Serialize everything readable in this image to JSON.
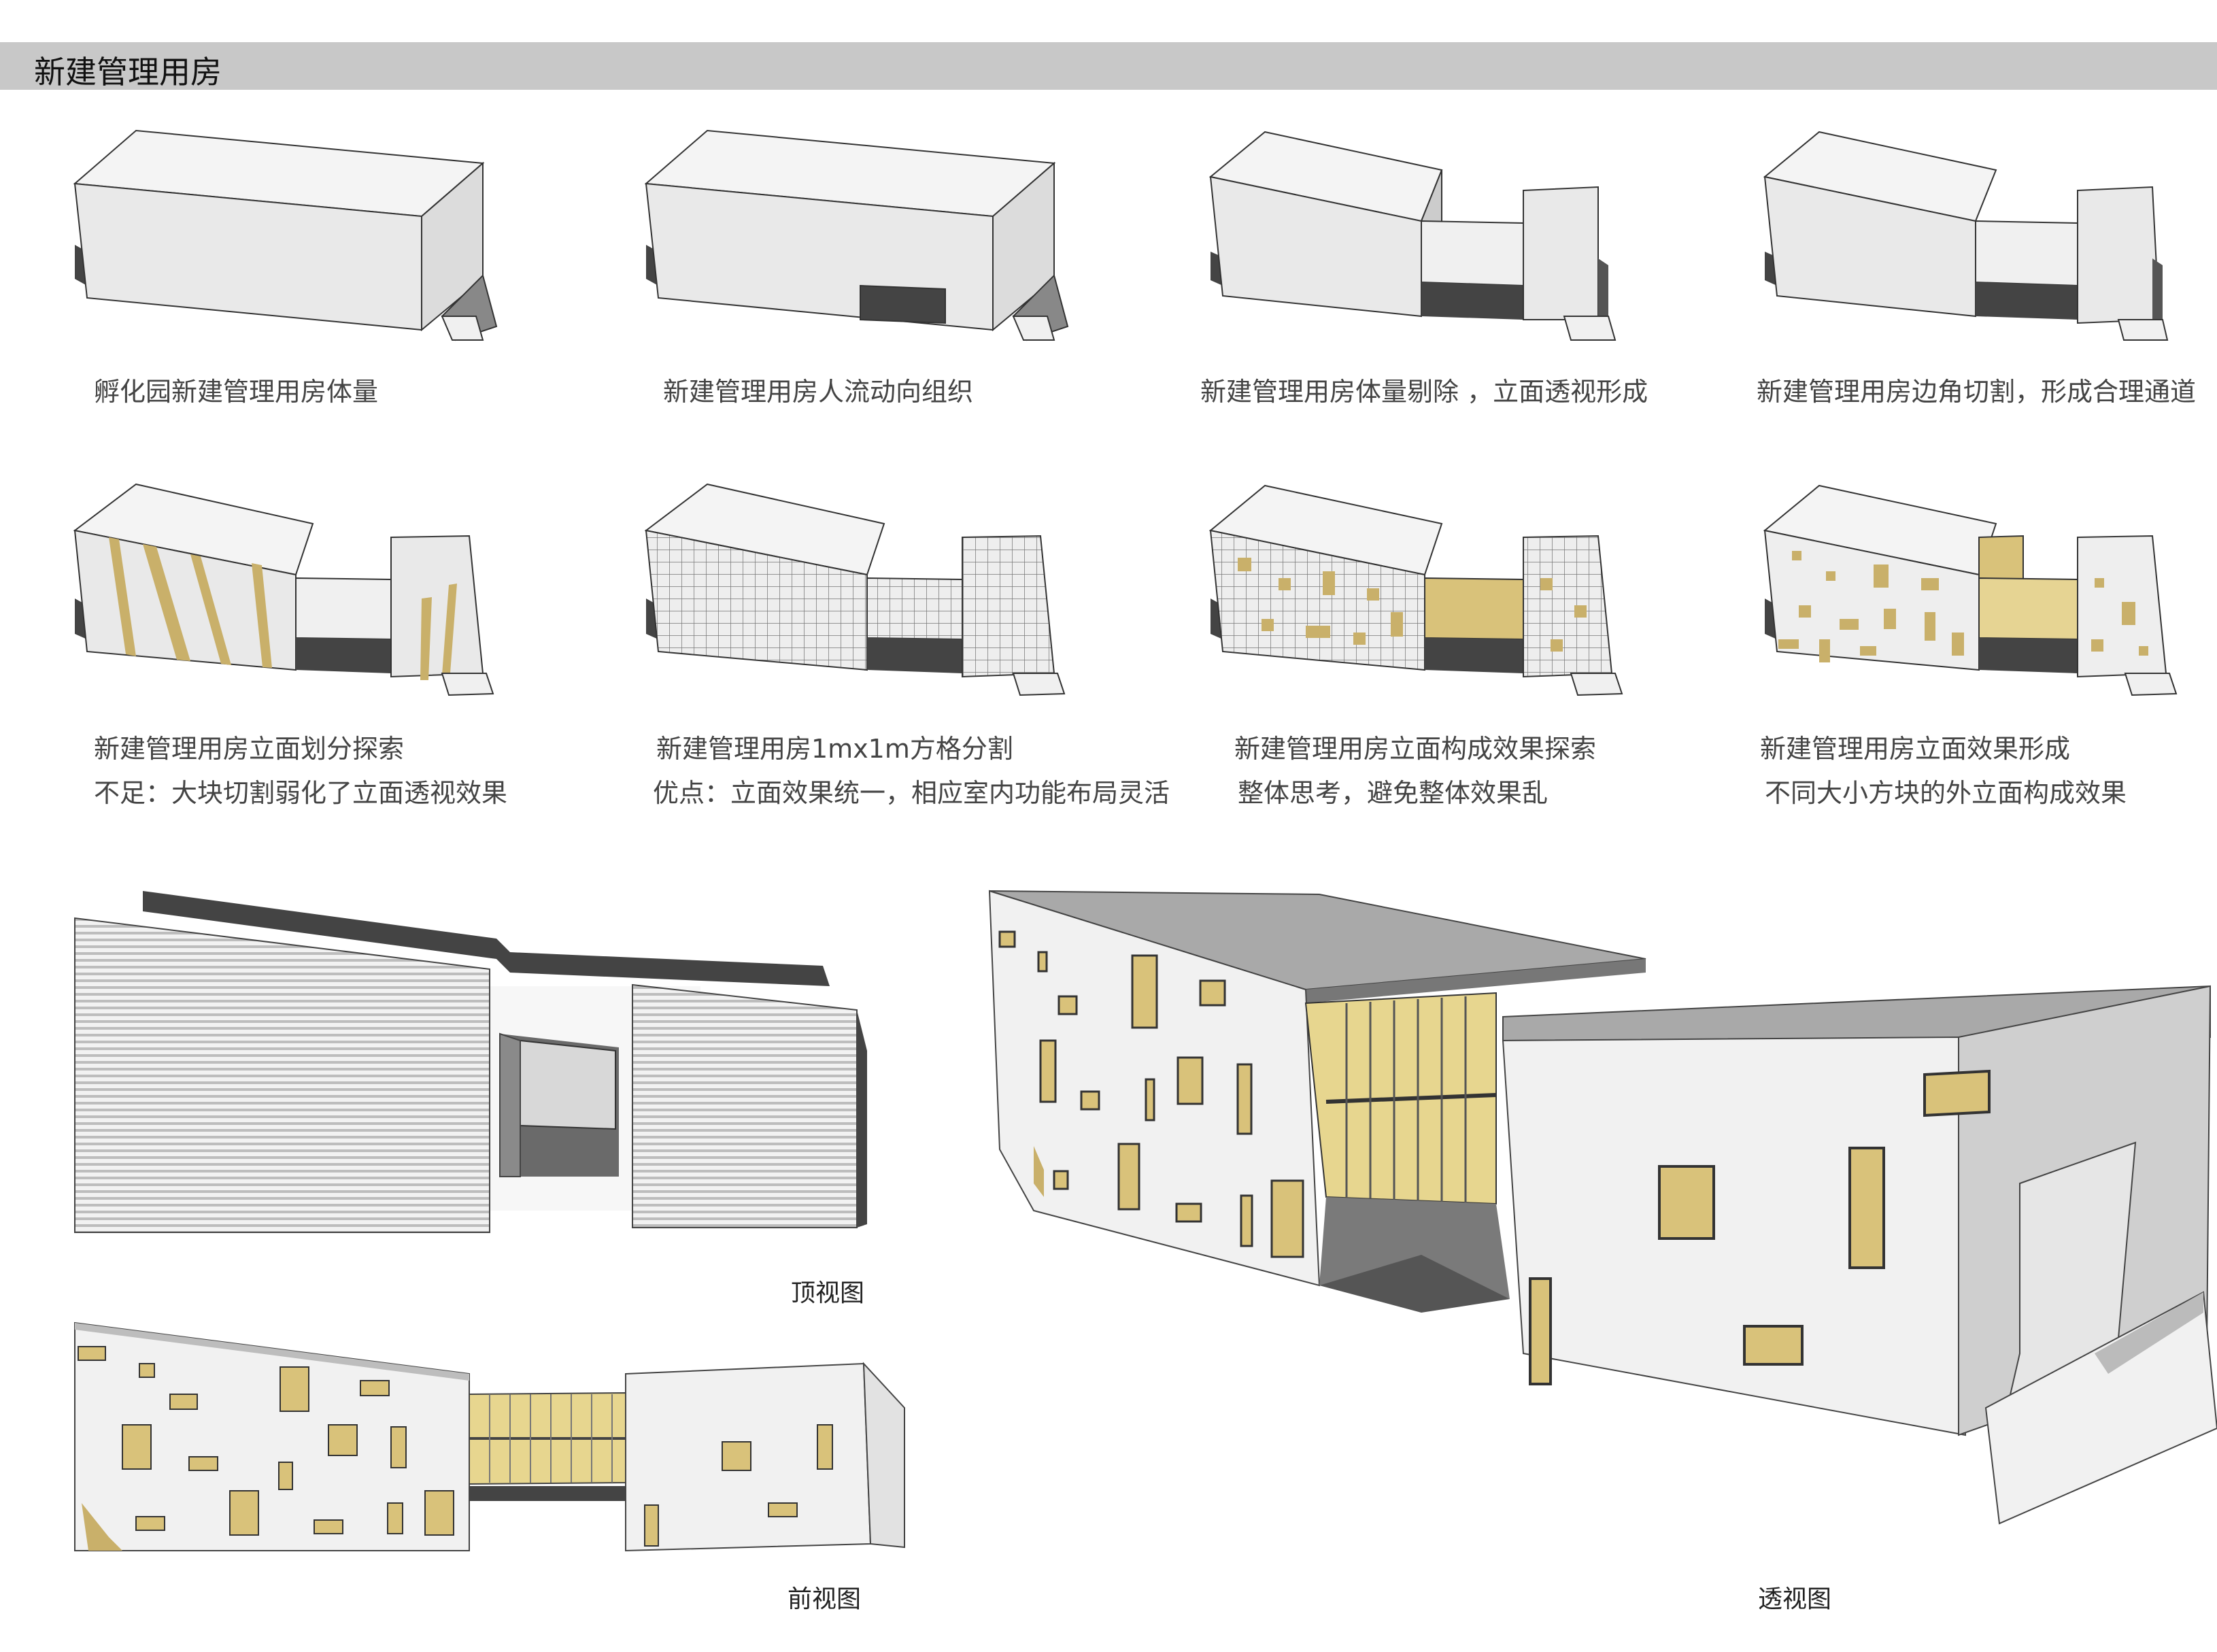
{
  "page": {
    "title": "新建管理用房"
  },
  "steps": [
    {
      "caption": "孵化园新建管理用房体量"
    },
    {
      "caption": "新建管理用房人流动向组织"
    },
    {
      "caption": "新建管理用房体量剔除 ，立面透视形成"
    },
    {
      "caption": "新建管理用房边角切割，形成合理通道"
    },
    {
      "caption": "新建管理用房立面划分探索",
      "note": "不足：大块切割弱化了立面透视效果"
    },
    {
      "caption": "新建管理用房1mx1m方格分割",
      "note": "优点：立面效果统一，相应室内功能布局灵活"
    },
    {
      "caption": "新建管理用房立面构成效果探索",
      "note": "整体思考，避免整体效果乱"
    },
    {
      "caption": "新建管理用房立面效果形成",
      "note": "不同大小方块的外立面构成效果"
    }
  ],
  "views": {
    "top": "顶视图",
    "front": "前视图",
    "perspective": "透视图"
  },
  "colors": {
    "title_bar": "#c8c8c8",
    "wall": "#ececec",
    "glass": "#d9c27a",
    "shadow": "#555555",
    "roof": "#a8a8a8"
  }
}
